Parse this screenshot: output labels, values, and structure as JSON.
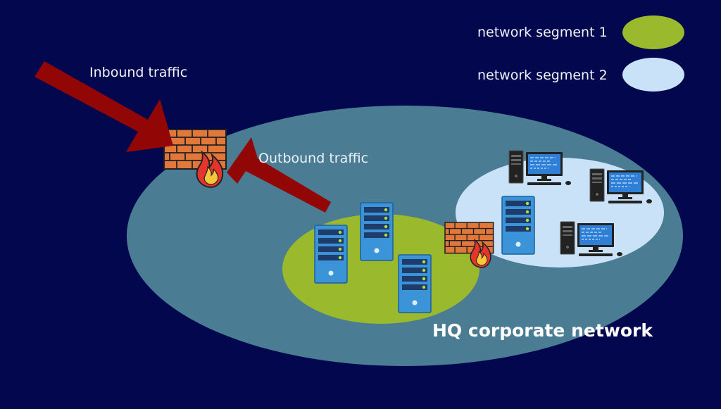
{
  "legend": [
    {
      "label": "network segment 1",
      "color": "#9ab92c"
    },
    {
      "label": "network segment 2",
      "color": "#c9e2f8"
    }
  ],
  "labels": {
    "inbound": "Inbound traffic",
    "outbound": "Outbound traffic",
    "network_title": "HQ corporate network"
  },
  "colors": {
    "background": "#03074d",
    "corporate_network": "#4a7c93",
    "arrow": "#920606",
    "server": "#3b93d8",
    "firewall_brick": "#e2773a"
  },
  "icons": [
    "firewall-icon",
    "server-icon",
    "desktop-computer-icon"
  ]
}
